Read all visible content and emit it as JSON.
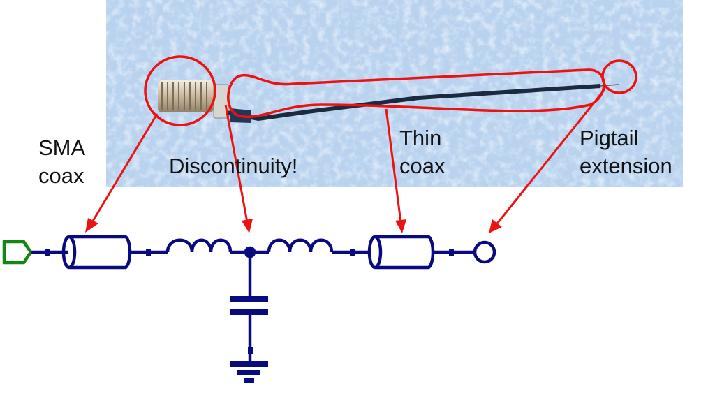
{
  "labels": {
    "sma_line1": "SMA",
    "sma_line2": "coax",
    "discontinuity": "Discontinuity!",
    "thin_line1": "Thin",
    "thin_line2": "coax",
    "pigtail_line1": "Pigtail",
    "pigtail_line2": "extension"
  },
  "colors": {
    "annotation": "#ee1111",
    "circuit": "#0a0a80",
    "port": "#118811",
    "photo_bg": "#b9d3ef"
  },
  "circuit": {
    "components": [
      "port",
      "sma-coax-line",
      "series-inductor",
      "shunt-capacitor",
      "series-inductor",
      "thin-coax-line",
      "open-end"
    ]
  }
}
